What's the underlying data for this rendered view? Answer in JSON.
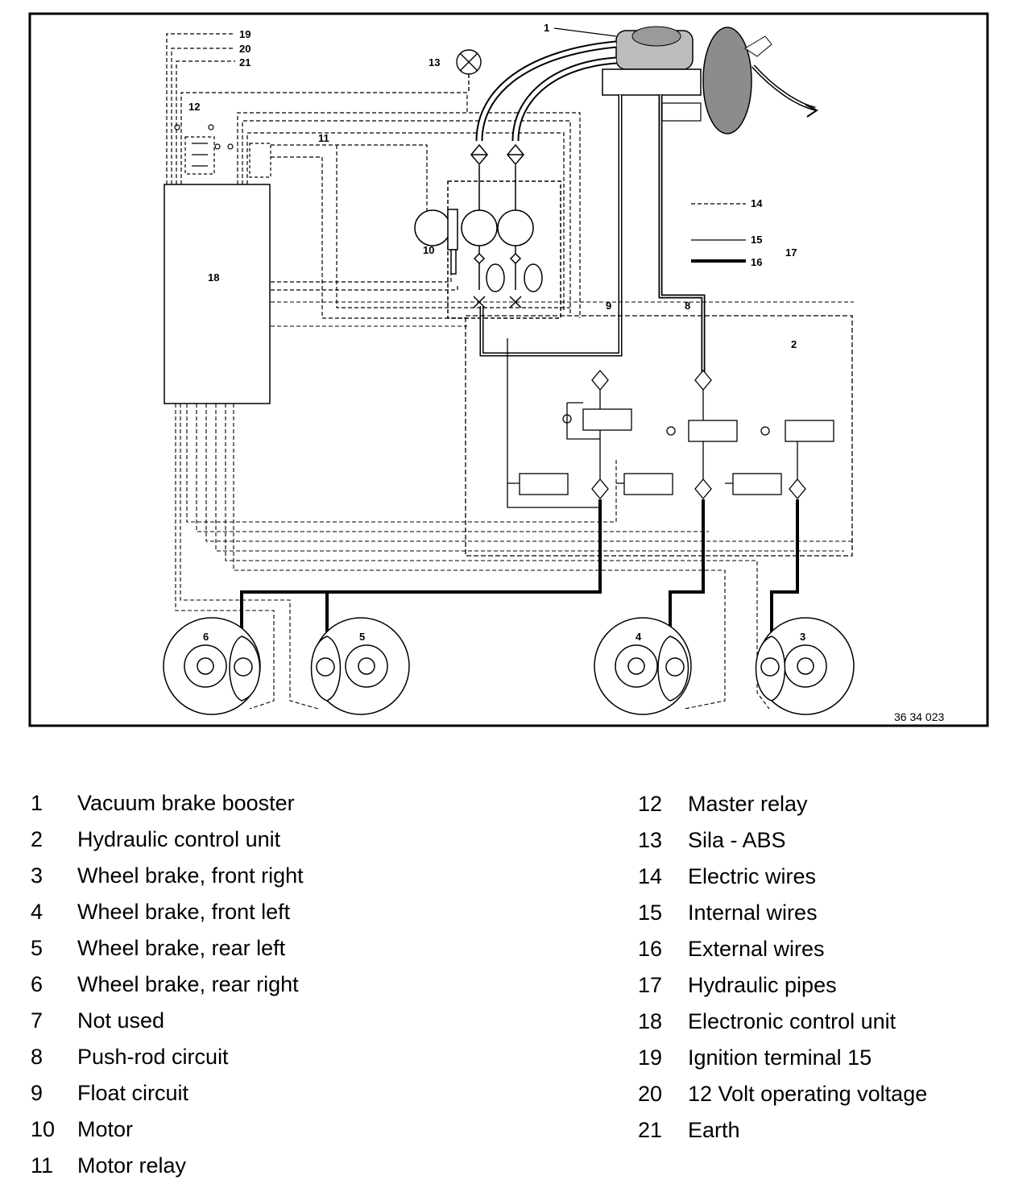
{
  "diagram": {
    "callouts": [
      "1",
      "2",
      "3",
      "4",
      "5",
      "6",
      "8",
      "9",
      "10",
      "11",
      "12",
      "13",
      "14",
      "15",
      "16",
      "17",
      "18",
      "19",
      "20",
      "21"
    ],
    "figure_code": "36 34 023"
  },
  "legend": {
    "left": [
      {
        "num": "1",
        "text": "Vacuum brake booster"
      },
      {
        "num": "2",
        "text": "Hydraulic control unit"
      },
      {
        "num": "3",
        "text": "Wheel brake, front right"
      },
      {
        "num": "4",
        "text": "Wheel brake, front left"
      },
      {
        "num": "5",
        "text": "Wheel brake, rear left"
      },
      {
        "num": "6",
        "text": "Wheel brake, rear right"
      },
      {
        "num": "7",
        "text": "Not used"
      },
      {
        "num": "8",
        "text": "Push-rod circuit"
      },
      {
        "num": "9",
        "text": "Float circuit"
      },
      {
        "num": "10",
        "text": "Motor"
      },
      {
        "num": "11",
        "text": "Motor relay"
      }
    ],
    "right": [
      {
        "num": "12",
        "text": "Master relay"
      },
      {
        "num": "13",
        "text": "Sila - ABS"
      },
      {
        "num": "14",
        "text": "Electric wires"
      },
      {
        "num": "15",
        "text": "Internal wires"
      },
      {
        "num": "16",
        "text": "External wires"
      },
      {
        "num": "17",
        "text": "Hydraulic pipes"
      },
      {
        "num": "18",
        "text": "Electronic control unit"
      },
      {
        "num": "19",
        "text": "Ignition terminal 15"
      },
      {
        "num": "20",
        "text": "12 Volt operating voltage"
      },
      {
        "num": "21",
        "text": "Earth"
      }
    ]
  }
}
